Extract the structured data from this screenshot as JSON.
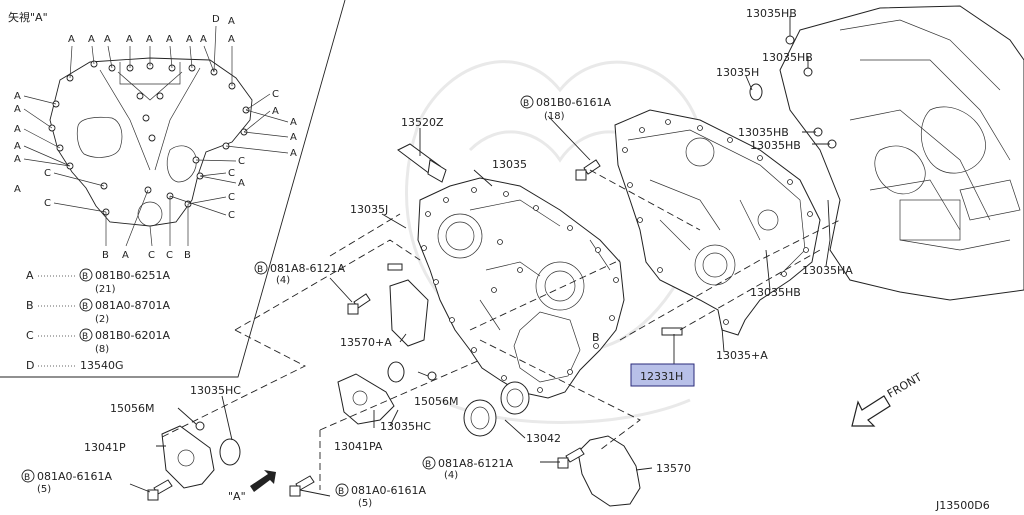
{
  "view": {
    "title": "矢視\"A\"",
    "top_letters": [
      "A",
      "A",
      "A",
      "A",
      "A",
      "A",
      "A",
      "A",
      "A",
      "D",
      "A"
    ],
    "left_letters": [
      "A",
      "A",
      "A",
      "A",
      "A",
      "C",
      "C"
    ],
    "right_letters": [
      "C",
      "A",
      "A",
      "A",
      "A",
      "C",
      "C",
      "A",
      "C",
      "C"
    ],
    "bottom_letters": [
      "B",
      "A",
      "C",
      "C",
      "B"
    ]
  },
  "legend": [
    {
      "key": "A",
      "part": "081B0-6251A",
      "qty": "(21)"
    },
    {
      "key": "B",
      "part": "081A0-8701A",
      "qty": "(2)"
    },
    {
      "key": "C",
      "part": "081B0-6201A",
      "qty": "(8)"
    },
    {
      "key": "D",
      "part": "13540G",
      "qty": ""
    }
  ],
  "callouts": {
    "c13035HB_1": "13035HB",
    "c13035HB_2": "13035HB",
    "c13035H": "13035H",
    "c13035HB_3": "13035HB",
    "c13035HB_4": "13035HB",
    "c13035HA": "13035HA",
    "c13035HB_5": "13035HB",
    "c13035A": "13035+A",
    "c12331H": "12331H",
    "c081B0_6161A_part": "081B0-6161A",
    "c081B0_6161A_qty": "(18)",
    "c13520Z": "13520Z",
    "c13035": "13035",
    "c13035J": "13035J",
    "c081A8_6121A_part": "081A8-6121A",
    "c081A8_6121A_qty": "(4)",
    "c13570A": "13570+A",
    "c13035HC_1": "13035HC",
    "c15056M_1": "15056M",
    "c15056M_2": "15056M",
    "c13041P": "13041P",
    "c13041PA": "13041PA",
    "c13035HC_2": "13035HC",
    "c13042": "13042",
    "c081A8_6121A_b_part": "081A8-6121A",
    "c081A8_6121A_b_qty": "(4)",
    "c13570": "13570",
    "c081A0_6161A_l_part": "081A0-6161A",
    "c081A0_6161A_l_qty": "(5)",
    "c081A0_6161A_b_part": "081A0-6161A",
    "c081A0_6161A_b_qty": "(5)",
    "view_a": "\"A\"",
    "letter_b": "B",
    "front": "FRONT",
    "diagram_id": "J13500D6"
  },
  "highlight_color": "#b8c0e8",
  "bolt_symbol": "B"
}
